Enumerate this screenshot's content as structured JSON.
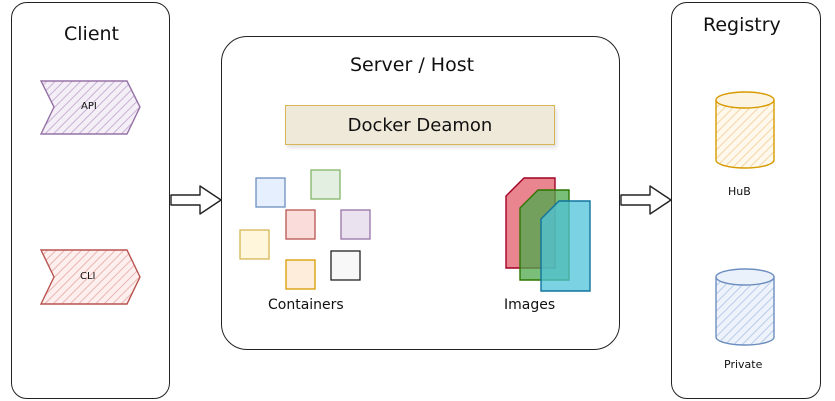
{
  "client": {
    "title": "Client",
    "items": [
      {
        "label": "API",
        "color": "#9673a6",
        "fill": "#e1d5e7"
      },
      {
        "label": "CLI",
        "color": "#b85450",
        "fill": "#f8cecc"
      }
    ]
  },
  "server": {
    "title": "Server / Host",
    "daemon_label": "Docker Deamon",
    "daemon_stroke": "#d6b656",
    "daemon_fill": "#efe9d9",
    "containers_label": "Containers",
    "images_label": "Images"
  },
  "registry": {
    "title": "Registry",
    "items": [
      {
        "label": "HuB",
        "color": "#d79b00",
        "fill": "#fdebc8"
      },
      {
        "label": "Private",
        "color": "#6c8ebf",
        "fill": "#dae8fc"
      }
    ]
  },
  "containers": [
    {
      "stroke": "#6c8ebf",
      "fill": "#dae8fc"
    },
    {
      "stroke": "#82b366",
      "fill": "#d5e8d4"
    },
    {
      "stroke": "#b85450",
      "fill": "#f8cecc"
    },
    {
      "stroke": "#9673a6",
      "fill": "#e1d5e7"
    },
    {
      "stroke": "#d6b656",
      "fill": "#fff2cc"
    },
    {
      "stroke": "#d79b00",
      "fill": "#ffe6cc"
    },
    {
      "stroke": "#222222",
      "fill": "#f5f5f5"
    }
  ],
  "images": [
    {
      "stroke": "#a20025",
      "fill": "#e05c6a"
    },
    {
      "stroke": "#2d7600",
      "fill": "#4caa4c"
    },
    {
      "stroke": "#10739e",
      "fill": "#4fc3d8"
    }
  ]
}
